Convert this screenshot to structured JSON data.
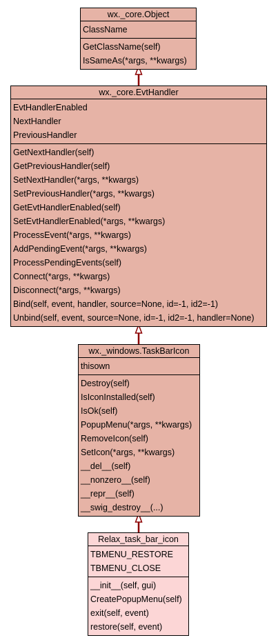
{
  "classes": [
    {
      "name": "wx._core.Object",
      "attributes": [
        "ClassName"
      ],
      "methods": [
        "GetClassName(self)",
        "IsSameAs(*args, **kwargs)"
      ]
    },
    {
      "name": "wx._core.EvtHandler",
      "attributes": [
        "EvtHandlerEnabled",
        "NextHandler",
        "PreviousHandler"
      ],
      "methods": [
        "GetNextHandler(self)",
        "GetPreviousHandler(self)",
        "SetNextHandler(*args, **kwargs)",
        "SetPreviousHandler(*args, **kwargs)",
        "GetEvtHandlerEnabled(self)",
        "SetEvtHandlerEnabled(*args, **kwargs)",
        "ProcessEvent(*args, **kwargs)",
        "AddPendingEvent(*args, **kwargs)",
        "ProcessPendingEvents(self)",
        "Connect(*args, **kwargs)",
        "Disconnect(*args, **kwargs)",
        "Bind(self, event, handler, source=None, id=-1, id2=-1)",
        "Unbind(self, event, source=None, id=-1, id2=-1, handler=None)"
      ]
    },
    {
      "name": "wx._windows.TaskBarIcon",
      "attributes": [
        "thisown"
      ],
      "methods": [
        "Destroy(self)",
        "IsIconInstalled(self)",
        "IsOk(self)",
        "PopupMenu(*args, **kwargs)",
        "RemoveIcon(self)",
        "SetIcon(*args, **kwargs)",
        "__del__(self)",
        "__nonzero__(self)",
        "__repr__(self)",
        "__swig_destroy__(...)"
      ]
    },
    {
      "name": "Relax_task_bar_icon",
      "attributes": [
        "TBMENU_RESTORE",
        "TBMENU_CLOSE"
      ],
      "methods": [
        "__init__(self, gui)",
        "CreatePopupMenu(self)",
        "exit(self, event)",
        "restore(self, event)"
      ]
    }
  ],
  "colors": {
    "base_class_fill": "#e6b3a6",
    "focus_class_fill": "#fcd6d6",
    "inheritance_edge": "#8b0000"
  }
}
